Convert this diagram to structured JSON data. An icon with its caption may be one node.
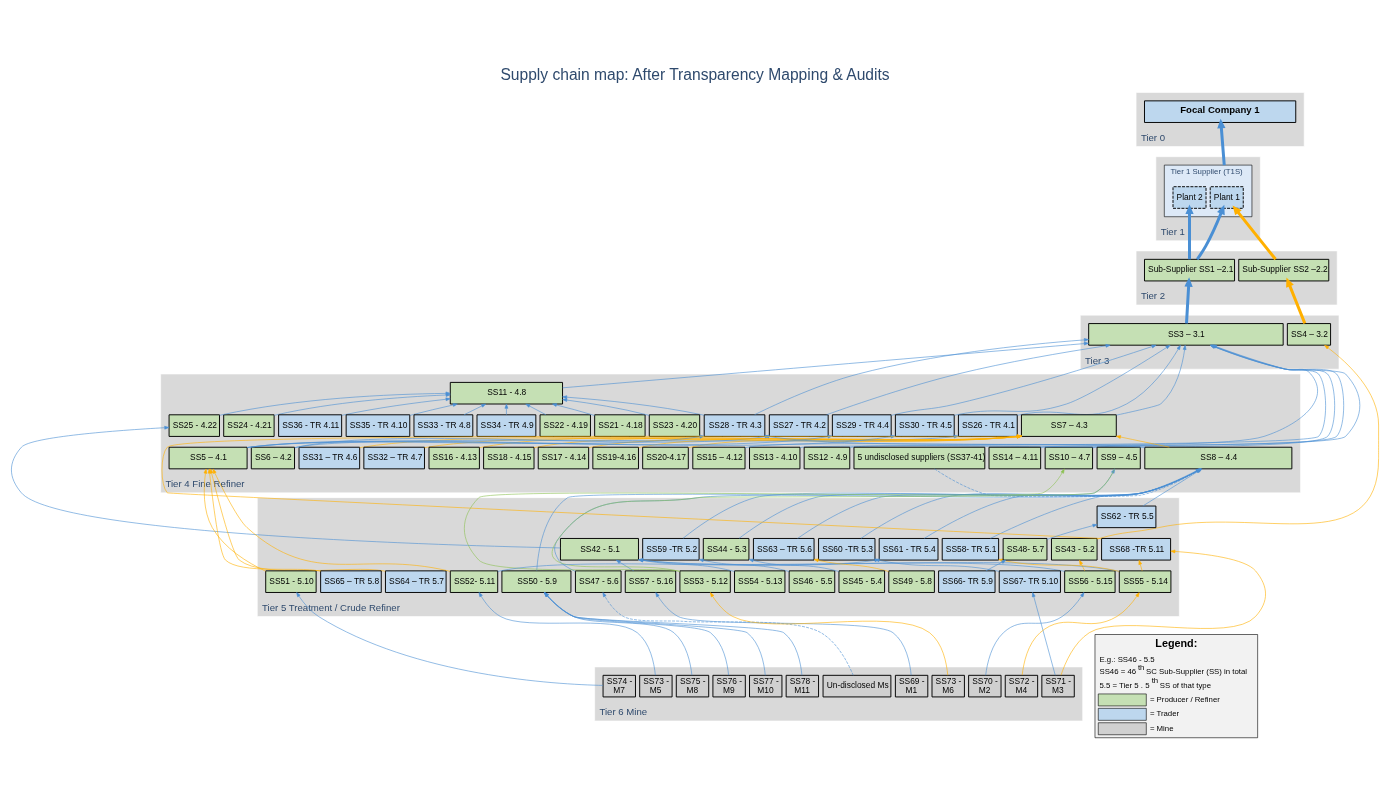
{
  "diagram": {
    "title": "Supply chain map: After Transparency Mapping & Audits",
    "nodes": [
      {
        "text": [
          "Tier 0"
        ]
      },
      {
        "text": [
          "Focal Company 1"
        ],
        "in": 0
      },
      {
        "text": [
          "Tier 1"
        ]
      },
      {
        "text": [
          "Tier 1 Supplier (T1S)"
        ],
        "in": 2
      },
      {
        "text": [
          "Plant 1"
        ],
        "in": 3
      },
      {
        "text": [
          "Plant 2"
        ],
        "in": 3
      },
      {
        "text": [
          "Tier 2"
        ]
      },
      {
        "text": [
          "Sub-Supplier SS2 –2.2"
        ],
        "in": 6
      },
      {
        "text": [
          "Sub-Supplier SS1 –2.1"
        ],
        "in": 6
      },
      {
        "text": [
          "Tier 3"
        ]
      },
      {
        "text": [
          "SS4 – 3.2"
        ],
        "in": 9
      },
      {
        "text": [
          "SS3 – 3.1"
        ],
        "in": 9
      },
      {
        "text": [
          "Tier 4 Fine Refiner"
        ]
      },
      {
        "text": [
          "SS11 - 4.8"
        ],
        "in": 12
      },
      {
        "text": [
          "SS13 - 4.10"
        ],
        "in": 12
      },
      {
        "text": [
          "SS10 – 4.7"
        ],
        "in": 12
      },
      {
        "text": [
          "SS12 - 4.9"
        ],
        "in": 12
      },
      {
        "text": [
          "SS26 - TR 4.1"
        ],
        "in": 12
      },
      {
        "text": [
          "SS27 - TR 4.2"
        ],
        "in": 12
      },
      {
        "text": [
          "SS28 - TR 4.3"
        ],
        "in": 12
      },
      {
        "text": [
          "SS29 - TR 4.4"
        ],
        "in": 12
      },
      {
        "text": [
          "SS30 - TR 4.5"
        ],
        "in": 12
      },
      {
        "text": [
          "SS31 – TR 4.6"
        ],
        "in": 12
      },
      {
        "text": [
          "SS22 - 4.19"
        ],
        "in": 12
      },
      {
        "text": [
          "SS32 – TR 4.7"
        ],
        "in": 12
      },
      {
        "text": [
          "SS16 - 4.13"
        ],
        "in": 12
      },
      {
        "text": [
          "SS18 - 4.15"
        ],
        "in": 12
      },
      {
        "text": [
          "SS9 – 4.5"
        ],
        "in": 12
      },
      {
        "text": [
          "SS21 - 4.18"
        ],
        "in": 12
      },
      {
        "text": [
          "SS23 - 4.20"
        ],
        "in": 12
      },
      {
        "text": [
          "SS14 – 4.11"
        ],
        "in": 12
      },
      {
        "text": [
          "SS15 – 4.12"
        ],
        "in": 12
      },
      {
        "text": [
          "SS6 – 4.2"
        ],
        "in": 12
      },
      {
        "text": [
          "SS17 - 4.14"
        ],
        "in": 12
      },
      {
        "text": [
          "SS24 - 4.21"
        ],
        "in": 12
      },
      {
        "text": [
          "SS36 - TR 4.11"
        ],
        "in": 12
      },
      {
        "text": [
          "SS19-4.16"
        ],
        "in": 12
      },
      {
        "text": [
          "SS7 – 4.3"
        ],
        "in": 12
      },
      {
        "text": [
          "SS20-4.17"
        ],
        "in": 12
      },
      {
        "text": [
          "SS35 - TR 4.10"
        ],
        "in": 12
      },
      {
        "text": [
          "SS25 - 4.22"
        ],
        "in": 12
      },
      {
        "text": [
          "5 undisclosed suppliers (SS37-41)"
        ],
        "in": 12
      },
      {
        "text": [
          "SS8 – 4.4"
        ],
        "in": 12
      },
      {
        "text": [
          "SS5 – 4.1"
        ],
        "in": 12
      },
      {
        "text": [
          "SS33 - TR 4.8"
        ],
        "in": 12
      },
      {
        "text": [
          "SS34 - TR 4.9"
        ],
        "in": 12
      },
      {
        "text": [
          "Tier 5 Treatment / Crude Refiner"
        ]
      },
      {
        "text": [
          "SS42 - 5.1"
        ],
        "in": 46
      },
      {
        "text": [
          "SS43 - 5.2"
        ],
        "in": 46
      },
      {
        "text": [
          "SS58- TR 5.1"
        ],
        "in": 46
      },
      {
        "text": [
          "SS44 - 5.3"
        ],
        "in": 46
      },
      {
        "text": [
          "SS59 -TR 5.2"
        ],
        "in": 46
      },
      {
        "text": [
          "SS60 -TR 5.3"
        ],
        "in": 46
      },
      {
        "text": [
          "SS61 - TR 5.4"
        ],
        "in": 46
      },
      {
        "text": [
          "SS62 - TR 5.5"
        ],
        "in": 46
      },
      {
        "text": [
          "SS63 – TR 5.6"
        ],
        "in": 46
      },
      {
        "text": [
          "SS64 – TR 5.7"
        ],
        "in": 46
      },
      {
        "text": [
          "SS47 - 5.6"
        ],
        "in": 46
      },
      {
        "text": [
          "SS68 -TR 5.11"
        ],
        "in": 46
      },
      {
        "text": [
          "SS57 - 5.16"
        ],
        "in": 46
      },
      {
        "text": [
          "SS56 - 5.15"
        ],
        "in": 46
      },
      {
        "text": [
          "SS55 - 5.14"
        ],
        "in": 46
      },
      {
        "text": [
          "SS46 - 5.5"
        ],
        "in": 46
      },
      {
        "text": [
          "SS67- TR 5.10"
        ],
        "in": 46
      },
      {
        "text": [
          "SS50 - 5.9"
        ],
        "in": 46
      },
      {
        "text": [
          "SS53 - 5.12"
        ],
        "in": 46
      },
      {
        "text": [
          "SS52- 5.11"
        ],
        "in": 46
      },
      {
        "text": [
          "SS48- 5.7"
        ],
        "in": 46
      },
      {
        "text": [
          "SS51 - 5.10"
        ],
        "in": 46
      },
      {
        "text": [
          "SS65 – TR 5.8"
        ],
        "in": 46
      },
      {
        "text": [
          "SS49 - 5.8"
        ],
        "in": 46
      },
      {
        "text": [
          "SS54 - 5.13"
        ],
        "in": 46
      },
      {
        "text": [
          "SS45 - 5.4"
        ],
        "in": 46
      },
      {
        "text": [
          "SS66- TR 5.9"
        ],
        "in": 46
      },
      {
        "text": [
          "Tier 6 Mine"
        ]
      },
      {
        "text": [
          "SS69 -",
          "M1"
        ],
        "in": 74
      },
      {
        "text": [
          "SS70 -",
          "M2"
        ],
        "in": 74
      },
      {
        "text": [
          "SS71 -",
          "M3"
        ],
        "in": 74
      },
      {
        "text": [
          "SS72 -",
          "M4"
        ],
        "in": 74
      },
      {
        "text": [
          "Un-disclosed Ms"
        ],
        "in": 74
      },
      {
        "text": [
          "SS73 -",
          "M5"
        ],
        "in": 74
      },
      {
        "text": [
          "SS73 -",
          "M6"
        ],
        "in": 74
      },
      {
        "text": [
          "SS74 -",
          "M7"
        ],
        "in": 74
      },
      {
        "text": [
          "SS75 -",
          "M8"
        ],
        "in": 74
      },
      {
        "text": [
          "SS76 -",
          "M9"
        ],
        "in": 74
      },
      {
        "text": [
          "SS77 -",
          "M10"
        ],
        "in": 74
      },
      {
        "text": [
          "SS78 -",
          "M11"
        ],
        "in": 74
      }
    ],
    "edges": [
      {
        "from": 3,
        "to": 1,
        "arrow": "to",
        "style": "thick"
      },
      {
        "from": 8,
        "to": 4,
        "arrow": "to",
        "style": "thick"
      },
      {
        "from": 8,
        "to": 5,
        "arrow": "to",
        "style": "thick"
      },
      {
        "from": 7,
        "to": 4,
        "arrow": "to",
        "style": "thick",
        "color": "#ffb000"
      },
      {
        "from": 10,
        "to": 7,
        "arrow": "to",
        "style": "thick",
        "color": "#ffb000"
      },
      {
        "from": 11,
        "to": 8,
        "arrow": "to",
        "style": "thick"
      },
      {
        "from": 13,
        "to": 11,
        "arrow": "to"
      },
      {
        "from": 14,
        "to": 11,
        "arrow": "to"
      },
      {
        "from": 15,
        "to": 11,
        "arrow": "to"
      },
      {
        "from": 16,
        "to": 11,
        "arrow": "to"
      },
      {
        "from": 30,
        "to": 11,
        "arrow": "to"
      },
      {
        "from": 31,
        "to": 11,
        "arrow": "to"
      },
      {
        "from": 17,
        "to": 11,
        "arrow": "to"
      },
      {
        "from": 18,
        "to": 11,
        "arrow": "to"
      },
      {
        "from": 19,
        "to": 11,
        "arrow": "to"
      },
      {
        "from": 20,
        "to": 11,
        "arrow": "to"
      },
      {
        "from": 21,
        "to": 11,
        "arrow": "to"
      },
      {
        "from": 37,
        "to": 11,
        "arrow": "to"
      },
      {
        "from": 23,
        "to": 13,
        "arrow": "to"
      },
      {
        "from": 28,
        "to": 13,
        "arrow": "to"
      },
      {
        "from": 29,
        "to": 13,
        "arrow": "to"
      },
      {
        "from": 34,
        "to": 13,
        "arrow": "to"
      },
      {
        "from": 35,
        "to": 13,
        "arrow": "to"
      },
      {
        "from": 39,
        "to": 13,
        "arrow": "to"
      },
      {
        "from": 40,
        "to": 13,
        "arrow": "to"
      },
      {
        "from": 44,
        "to": 13,
        "arrow": "to"
      },
      {
        "from": 45,
        "to": 13,
        "arrow": "to"
      },
      {
        "from": 19,
        "to": 13,
        "arrow": "to"
      },
      {
        "from": 32,
        "to": 17,
        "arrow": "to"
      },
      {
        "from": 32,
        "to": 18,
        "arrow": "to"
      },
      {
        "from": 42,
        "to": 19,
        "arrow": "to"
      },
      {
        "from": 41,
        "to": 42,
        "arrow": "to",
        "style": "dashed"
      },
      {
        "from": 43,
        "to": 19,
        "arrow": "to"
      },
      {
        "from": 43,
        "to": 20,
        "arrow": "to"
      },
      {
        "from": 43,
        "to": 21,
        "arrow": "to"
      },
      {
        "from": 64,
        "to": 27,
        "arrow": "to"
      },
      {
        "from": 65,
        "to": 15,
        "arrow": "to",
        "color": "#8cc152"
      },
      {
        "from": 65,
        "to": 27,
        "arrow": "none",
        "color": "#8cc152"
      },
      {
        "from": 25,
        "to": 37,
        "arrow": "to",
        "color": "#ffb000"
      },
      {
        "from": 33,
        "to": 37,
        "arrow": "to",
        "color": "#ffb000"
      },
      {
        "from": 26,
        "to": 37,
        "arrow": "to",
        "color": "#ffb000"
      },
      {
        "from": 58,
        "to": 37,
        "arrow": "to",
        "color": "#ffb000"
      },
      {
        "from": 42,
        "to": 37,
        "arrow": "to",
        "color": "#ffb000"
      },
      {
        "from": 22,
        "to": 37,
        "arrow": "to",
        "color": "#ffb000"
      },
      {
        "from": 24,
        "to": 37,
        "arrow": "to",
        "color": "#ffb000"
      },
      {
        "from": 36,
        "to": 37,
        "arrow": "to",
        "color": "#ffb000"
      },
      {
        "from": 38,
        "to": 37,
        "arrow": "to",
        "color": "#ffb000"
      },
      {
        "from": 66,
        "to": 43,
        "arrow": "to",
        "color": "#ffb000"
      },
      {
        "from": 68,
        "to": 43,
        "arrow": "to",
        "color": "#ffb000"
      },
      {
        "from": 56,
        "to": 43,
        "arrow": "to",
        "color": "#ffb000"
      },
      {
        "from": 69,
        "to": 43,
        "arrow": "to",
        "color": "#ffb000"
      },
      {
        "from": 48,
        "to": 10,
        "arrow": "to",
        "color": "#ffb000"
      },
      {
        "from": 47,
        "to": 40,
        "arrow": "to"
      },
      {
        "from": 59,
        "to": 47,
        "arrow": "to"
      },
      {
        "from": 60,
        "to": 47,
        "arrow": "to"
      },
      {
        "from": 61,
        "to": 47,
        "arrow": "to"
      },
      {
        "from": 71,
        "to": 47,
        "arrow": "to"
      },
      {
        "from": 60,
        "to": 48,
        "arrow": "to",
        "color": "#ffb000"
      },
      {
        "from": 49,
        "to": 42,
        "arrow": "to"
      },
      {
        "from": 50,
        "to": 42,
        "arrow": "to"
      },
      {
        "from": 51,
        "to": 42,
        "arrow": "to"
      },
      {
        "from": 52,
        "to": 42,
        "arrow": "to"
      },
      {
        "from": 57,
        "to": 42,
        "arrow": "to"
      },
      {
        "from": 53,
        "to": 42,
        "arrow": "to"
      },
      {
        "from": 54,
        "to": 42,
        "arrow": "to"
      },
      {
        "from": 55,
        "to": 42,
        "arrow": "to"
      },
      {
        "from": 72,
        "to": 50,
        "arrow": "to"
      },
      {
        "from": 62,
        "to": 51,
        "arrow": "to"
      },
      {
        "from": 63,
        "to": 52,
        "arrow": "to"
      },
      {
        "from": 66,
        "to": 53,
        "arrow": "to"
      },
      {
        "from": 67,
        "to": 54,
        "arrow": "to"
      },
      {
        "from": 73,
        "to": 67,
        "arrow": "to"
      },
      {
        "from": 70,
        "to": 55,
        "arrow": "to",
        "color": "#ffb000"
      },
      {
        "from": 79,
        "to": 57,
        "arrow": "to",
        "style": "dashed"
      },
      {
        "from": 61,
        "to": 49,
        "arrow": "to",
        "color": "#ffb000"
      },
      {
        "from": 61,
        "to": 58,
        "arrow": "to",
        "color": "#ffb000"
      },
      {
        "from": 77,
        "to": 58,
        "arrow": "to",
        "color": "#ffb000"
      },
      {
        "from": 78,
        "to": 61,
        "arrow": "to",
        "color": "#ffb000"
      },
      {
        "from": 77,
        "to": 63,
        "arrow": "to"
      },
      {
        "from": 75,
        "to": 59,
        "arrow": "to"
      },
      {
        "from": 76,
        "to": 60,
        "arrow": "to"
      },
      {
        "from": 80,
        "to": 66,
        "arrow": "to"
      },
      {
        "from": 81,
        "to": 65,
        "arrow": "to",
        "color": "#ffb000"
      },
      {
        "from": 82,
        "to": 68,
        "arrow": "to"
      },
      {
        "from": 83,
        "to": 64,
        "arrow": "to"
      },
      {
        "from": 84,
        "to": 64,
        "arrow": "to"
      },
      {
        "from": 85,
        "to": 64,
        "arrow": "to"
      },
      {
        "from": 86,
        "to": 64,
        "arrow": "to"
      }
    ],
    "labels": [
      "Legend:",
      "E.g.: SS46 - 5.5",
      "SS46 = 46$^{th}$ SC Sub-Supplier (SS) in total",
      "5.5 = Tier 5 . 5$^{th}$ SS of that type"
    ],
    "legend": [
      {
        "text": "= Producer / Refiner",
        "color": "#c5e0b4"
      },
      {
        "text": "= Trader",
        "color": "#bdd7ee"
      },
      {
        "text": "= Mine",
        "color": "#d0d0d0"
      }
    ]
  }
}
